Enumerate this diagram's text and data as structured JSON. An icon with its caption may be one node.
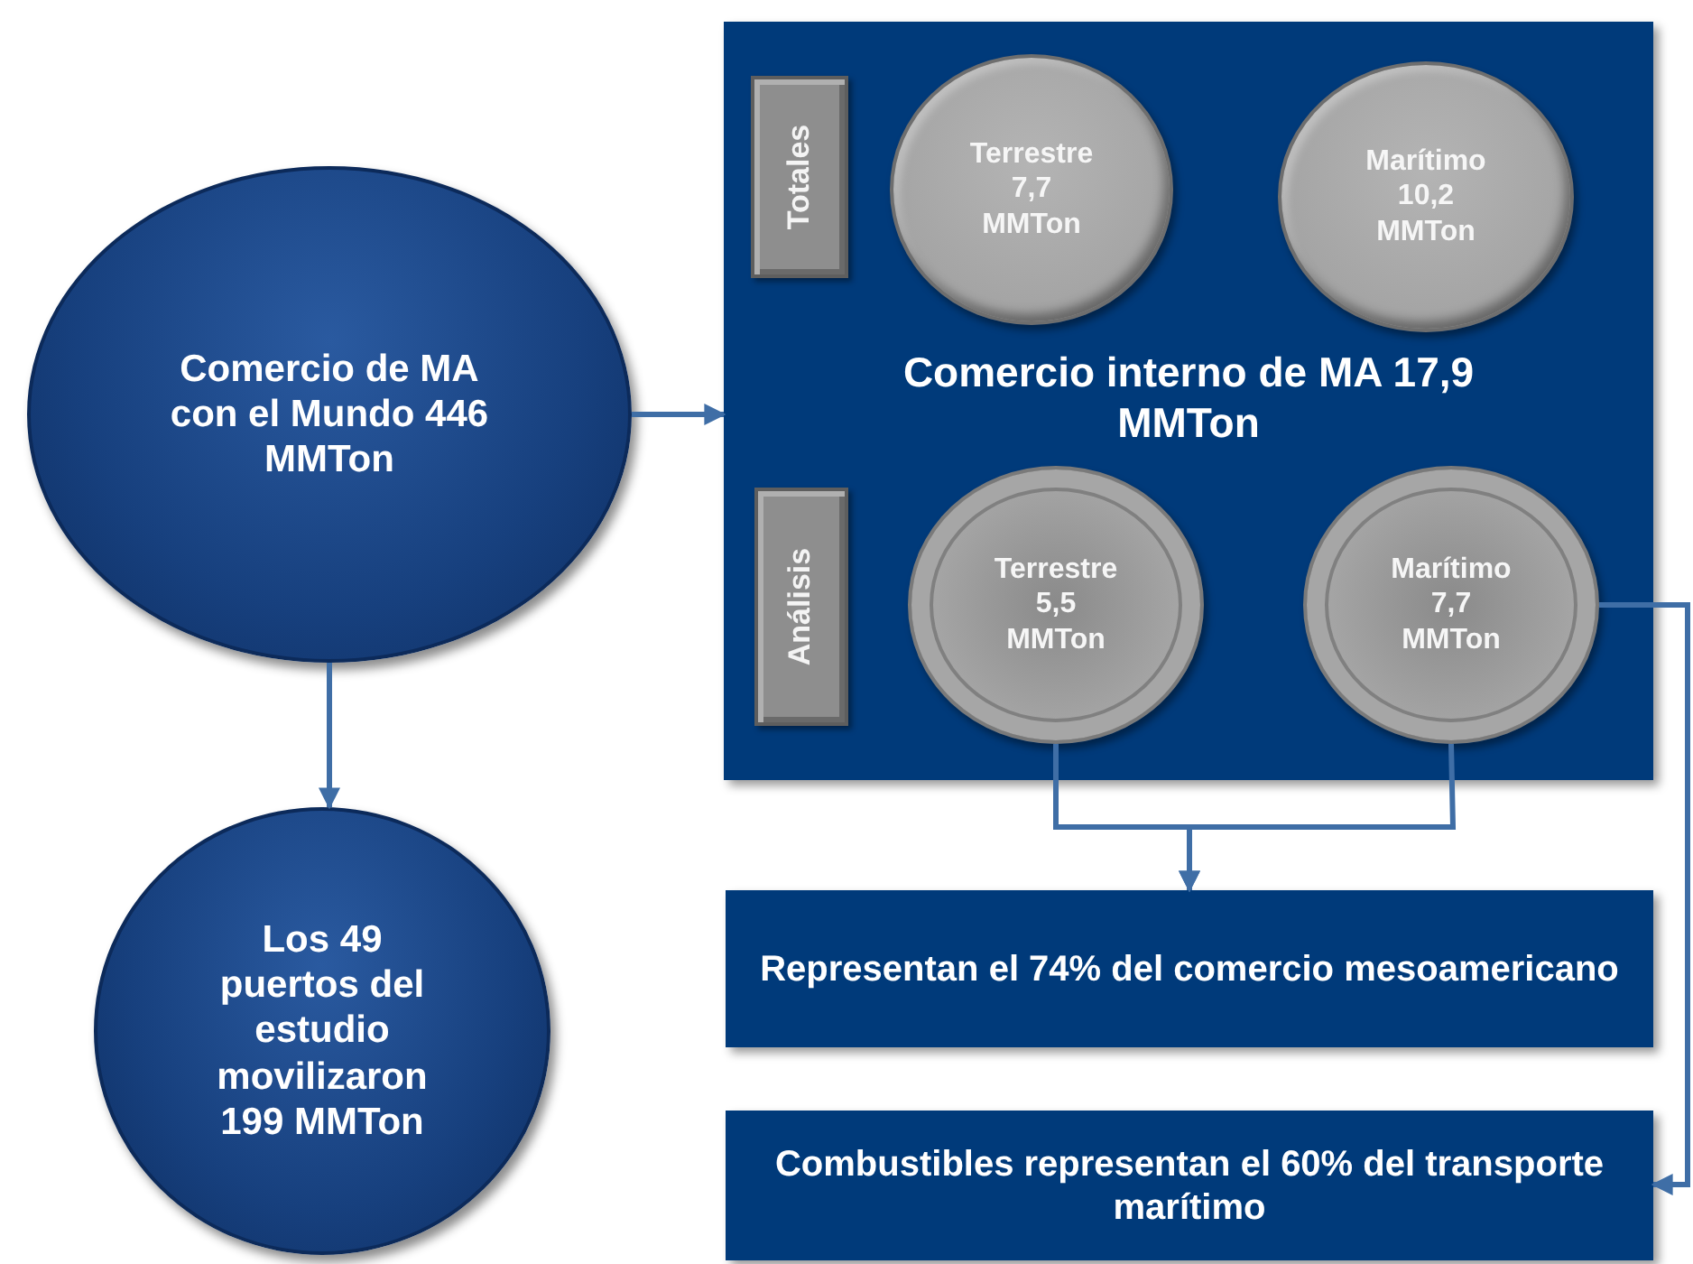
{
  "diagram": {
    "nodes": [
      {
        "text": [
          "Comercio de MA con el Mundo 446 MMTon"
        ]
      },
      {
        "text": [
          "Comercio interno de MA 17,9 MMTon"
        ]
      },
      {
        "text": [
          "Totales"
        ],
        "in": 1
      },
      {
        "text": [
          "Terrestre 7,7 MMTon"
        ],
        "in": 1
      },
      {
        "text": [
          "Marítimo 10,2 MMTon"
        ],
        "in": 1
      },
      {
        "text": [
          "Análisis"
        ],
        "in": 1
      },
      {
        "text": [
          "Terrestre 5,5 MMTon"
        ],
        "in": 1
      },
      {
        "text": [
          "Marítimo 7,7 MMTon"
        ],
        "in": 1
      },
      {
        "text": [
          "Los 49 puertos del estudio movilizaron 199 MMTon"
        ]
      },
      {
        "text": [
          "Representan el 74% del comercio mesoamericano"
        ]
      },
      {
        "text": [
          "Combustibles representan el 60% del transporte marítimo"
        ]
      }
    ],
    "edges": [
      {
        "from": 0,
        "to": 1,
        "arrow": "to"
      },
      {
        "from": 0,
        "to": 8,
        "arrow": "to"
      },
      {
        "from": 6,
        "to": 9,
        "arrow": "to"
      },
      {
        "from": 7,
        "to": 9,
        "arrow": "to"
      },
      {
        "from": 7,
        "to": 10,
        "arrow": "to"
      }
    ]
  }
}
